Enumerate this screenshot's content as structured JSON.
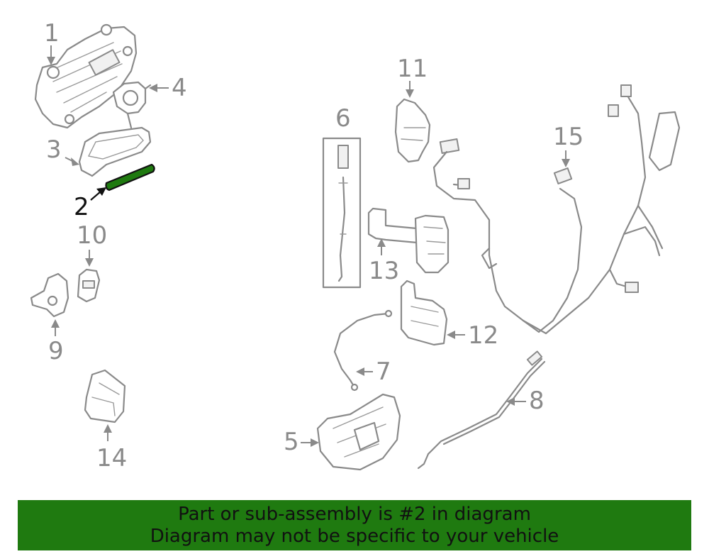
{
  "callouts": {
    "c1": "1",
    "c2": "2",
    "c3": "3",
    "c4": "4",
    "c5": "5",
    "c6": "6",
    "c7": "7",
    "c8": "8",
    "c9": "9",
    "c10": "10",
    "c11": "11",
    "c12": "12",
    "c13": "13",
    "c14": "14",
    "c15": "15"
  },
  "highlight": {
    "part": "2",
    "color": "#1f7a10"
  },
  "banner": {
    "line1": "Part or sub-assembly is #2 in diagram",
    "line2": "Diagram may not be specific to your vehicle",
    "background": "#1f7a10"
  }
}
